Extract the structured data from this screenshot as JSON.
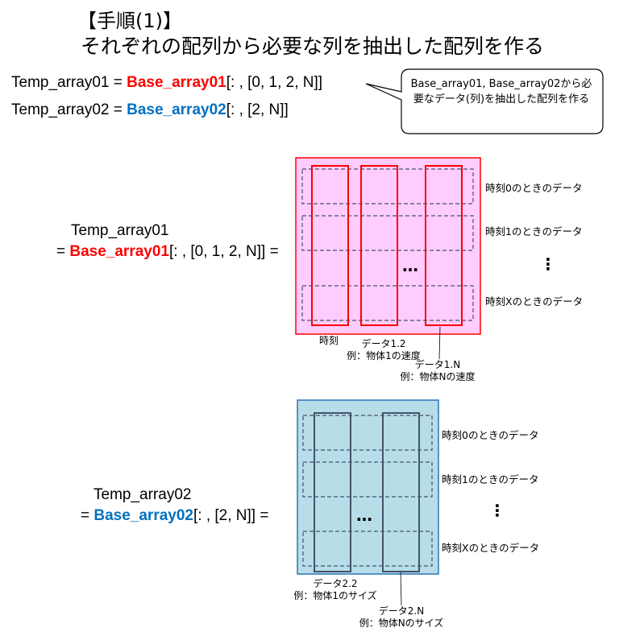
{
  "title": {
    "line1": "【手順(1)】",
    "line2": "それぞれの配列から必要な列を抽出した配列を作る"
  },
  "code": {
    "line1": {
      "lhs": "Temp_array01 = ",
      "base": "Base_array01",
      "rest": "[: , [0, 1, 2, N]]"
    },
    "line2": {
      "lhs": "Temp_array02 = ",
      "base": "Base_array02",
      "rest": "[: , [2, N]]"
    }
  },
  "callout": {
    "text": "Base_array01, Base_array02から必要なデータ(列)を抽出した配列を作る"
  },
  "diagram1": {
    "name": "Temp_array01",
    "eq_prefix": "= ",
    "base": "Base_array01",
    "rest": "[: , [0, 1, 2, N]] =",
    "row_labels": [
      "時刻0のときのデータ",
      "時刻1のときのデータ",
      "⋮",
      "時刻Xのときのデータ"
    ],
    "ellipsis": "…",
    "col_label_time": "時刻",
    "col_label_2_title": "データ1.2",
    "col_label_2_desc": "例：物体1の速度",
    "col_label_n_title": "データ1.N",
    "col_label_n_desc": "例：物体Nの速度",
    "fill_color": "#ffccff",
    "border_color": "#ff0000"
  },
  "diagram2": {
    "name": "Temp_array02",
    "eq_prefix": "= ",
    "base": "Base_array02",
    "rest": "[: , [2, N]] =",
    "row_labels": [
      "時刻0のときのデータ",
      "時刻1のときのデータ",
      "⋮",
      "時刻Xのときのデータ"
    ],
    "ellipsis": "…",
    "col_label_2_title": "データ2.2",
    "col_label_2_desc": "例：物体1のサイズ",
    "col_label_n_title": "データ2.N",
    "col_label_n_desc": "例：物体Nのサイズ",
    "fill_color": "#b7dde8",
    "border_color": "#2e75b6"
  },
  "colors": {
    "red_accent": "#ff0000",
    "blue_accent": "#0070c0",
    "dash_color": "#44546a",
    "col2_border": "#44546a"
  }
}
